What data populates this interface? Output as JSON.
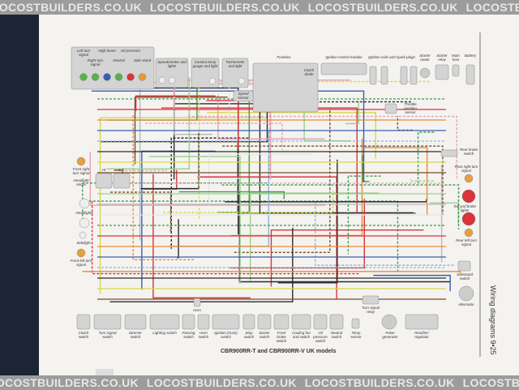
{
  "watermark": "LOCOSTBUILDERS.CO.UK",
  "diagram": {
    "title": "CBR900RR-T and CBR900RR-V UK models",
    "page_label": "Wiring diagrams 9•25",
    "components": {
      "left_turn": "Left turn signal",
      "right_turn": "Right turn signal",
      "high_beam": "High beam",
      "neutral": "Neutral",
      "oil_pressure": "Oil pressure",
      "side_stand": "Side stand",
      "speedometer": "Speedometer and lights",
      "coolant": "Coolant temp gauge and light",
      "tachometer": "Tachometer and light",
      "fusebox": "Fusebox",
      "clutch_diode": "Clutch diode",
      "speed_sensor": "Speed sensor",
      "icm": "Ignition control module",
      "coils": "Ignition coils and spark plugs",
      "starter_motor": "Starter motor",
      "starter_relay": "Starter relay",
      "main_fuse": "Main fuse",
      "battery": "Battery",
      "tps": "Throttle position sensor",
      "rear_brake": "Rear brake switch",
      "rear_right_turn": "Rear right turn signal",
      "tail_brake": "Tail and brake lights",
      "rear_left_turn": "Rear left turn signal",
      "sidestand_switch": "Sidestand switch",
      "alternator": "Alternator",
      "rectifier": "Rectifier/ regulator",
      "pulse_gen": "Pulse generator",
      "turn_relay": "Turn signal relay",
      "temp_sensor": "Temp sensor",
      "front_right_turn": "Front right turn signal",
      "headlight_relays": "Headlight relays",
      "hi": "HI",
      "lo": "LO",
      "headlights": "Headlights",
      "sidelight": "Sidelight",
      "front_left_turn": "Front left turn signal",
      "horn": "Horn",
      "clutch_switch": "Clutch switch",
      "turn_switch": "Turn signal switch",
      "dimmer_switch": "Dimmer switch",
      "lighting_switch": "Lighting switch",
      "passing_switch": "Passing switch",
      "horn_switch": "Horn switch",
      "ignition_switch": "Ignition (main) switch",
      "stop_switch": "Stop switch",
      "starter_switch": "Starter switch",
      "front_brake": "Front brake switch",
      "cooling_fan": "Cooling fan and switch",
      "oil_switch": "Oil pressure switch",
      "neutral_switch": "Neutral switch"
    }
  },
  "colors": {
    "green": "#3f9a4a",
    "red": "#d8343a",
    "orange": "#e68a3a",
    "blue": "#3a5fb0",
    "lightblue": "#8ab8e0",
    "black": "#2b2b2b",
    "yellow": "#d8d64a",
    "brown": "#7a4a2a",
    "pink": "#e8a0b0",
    "lightgreen": "#9ad08a",
    "grey": "#b8b8b8",
    "white": "#e4e4e4"
  }
}
